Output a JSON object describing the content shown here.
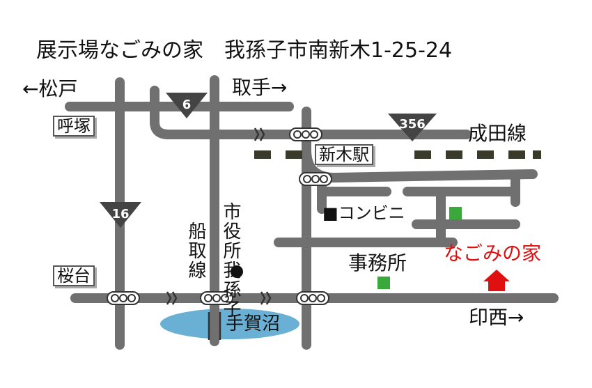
{
  "title": "展示場なごみの家　我孫子市南新木1-25-24",
  "directions": {
    "matsudo": "←松戸",
    "toride": "取手→",
    "inzai": "印西→"
  },
  "places": {
    "kozuka": "呼塚",
    "sakuradai": "桜台",
    "araki_station": "新木駅",
    "narita_line": "成田線",
    "convenience": "■コンビニ",
    "office": "事務所",
    "nagomi": "なごみの家",
    "city_hall": "市役所我孫子",
    "funatori_line": "船取線",
    "teganuma": "手賀沼"
  },
  "route_signs": {
    "r6": "6",
    "r16": "16",
    "r356": "356"
  },
  "colors": {
    "road": "#707070",
    "railway": "#3a3a2a",
    "marker_green": "#3aa83a",
    "marker_red": "#e01010",
    "lake": "#6ab0d4"
  }
}
